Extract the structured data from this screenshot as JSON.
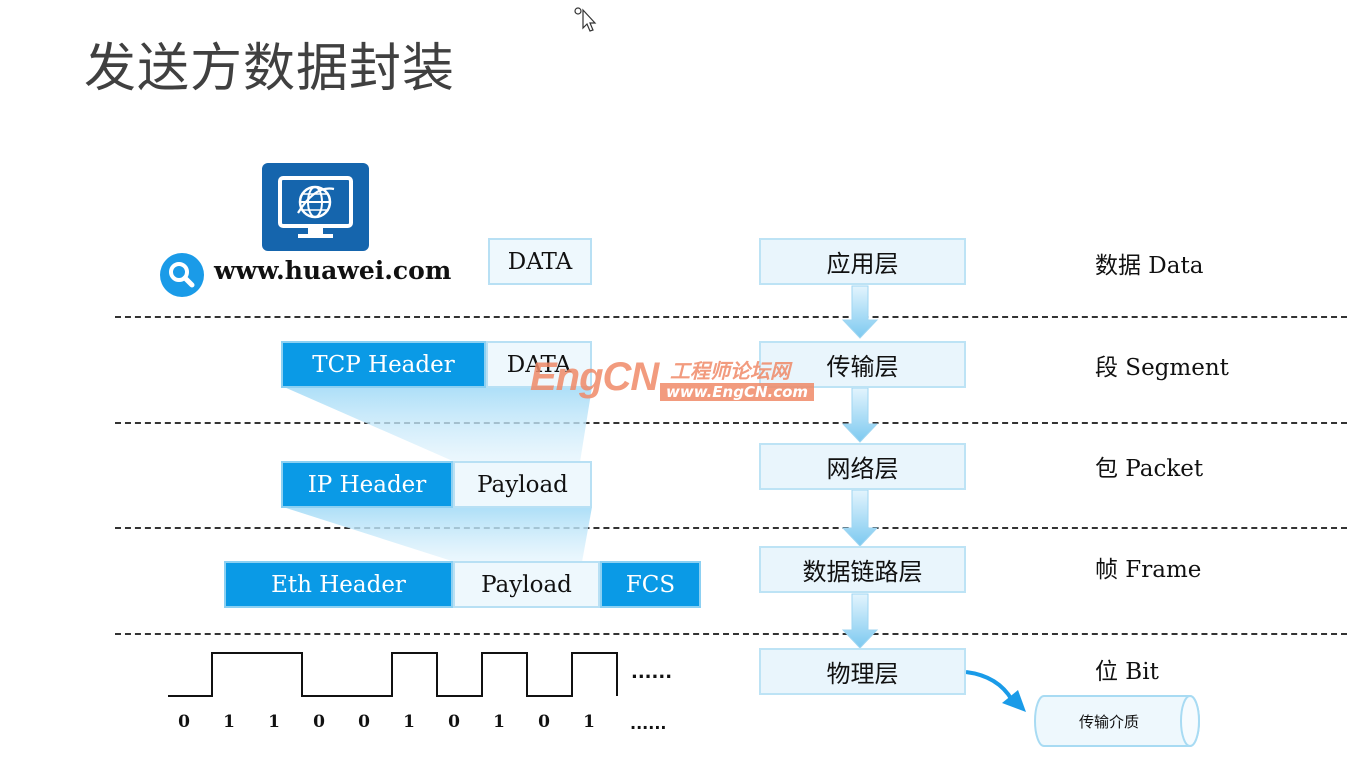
{
  "title": "发送方数据封装",
  "url": "www.huawei.com",
  "app_data": "DATA",
  "tcp_segment": {
    "header": "TCP Header",
    "data": "DATA"
  },
  "ip_packet": {
    "header": "IP Header",
    "payload": "Payload"
  },
  "eth_frame": {
    "header": "Eth Header",
    "payload": "Payload",
    "fcs": "FCS"
  },
  "layers": [
    {
      "name": "应用层",
      "pdu": "数据 Data"
    },
    {
      "name": "传输层",
      "pdu": "段 Segment"
    },
    {
      "name": "网络层",
      "pdu": "包 Packet"
    },
    {
      "name": "数据链路层",
      "pdu": "帧 Frame"
    },
    {
      "name": "物理层",
      "pdu": "位 Bit"
    }
  ],
  "bits": [
    "0",
    "1",
    "1",
    "0",
    "0",
    "1",
    "0",
    "1",
    "0",
    "1"
  ],
  "signal": [
    0,
    1,
    1,
    0,
    0,
    1,
    0,
    1,
    0,
    1
  ],
  "ellipsis_signal": "......",
  "ellipsis_bits": "......",
  "medium": "传输介质",
  "watermark": {
    "logo": "EngCN",
    "name": "工程师论坛网",
    "site": "www.EngCN.com"
  },
  "colors": {
    "header_blue": "#0a9ae6",
    "layer_bg": "#e9f5fc",
    "watermark": "#f08a68"
  }
}
